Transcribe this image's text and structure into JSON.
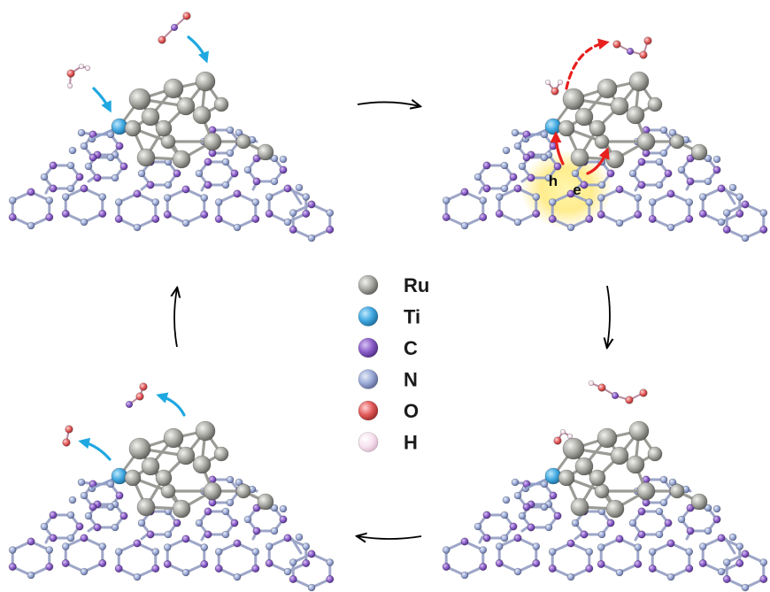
{
  "legend": [
    {
      "label": "Ru",
      "color": "#8c8c8c"
    },
    {
      "label": "Ti",
      "color": "#3fb0e6"
    },
    {
      "label": "C",
      "color": "#7b55c4"
    },
    {
      "label": "N",
      "color": "#93a8d6"
    },
    {
      "label": "O",
      "color": "#e36464"
    },
    {
      "label": "H",
      "color": "#f6dbf2"
    }
  ],
  "carriers": {
    "hole": "h",
    "electron": "e"
  },
  "colors": {
    "ru": "#a8a8a3",
    "ti": "#3fa7e0",
    "c": "#8a5cc8",
    "n": "#9aa9d6",
    "o": "#e25a5a",
    "h": "#f4dada",
    "blue_arrow": "#1fa8e0",
    "red_arrow": "#e8201e",
    "cycle_arrow": "#000000",
    "glow": "#ffe97a"
  }
}
